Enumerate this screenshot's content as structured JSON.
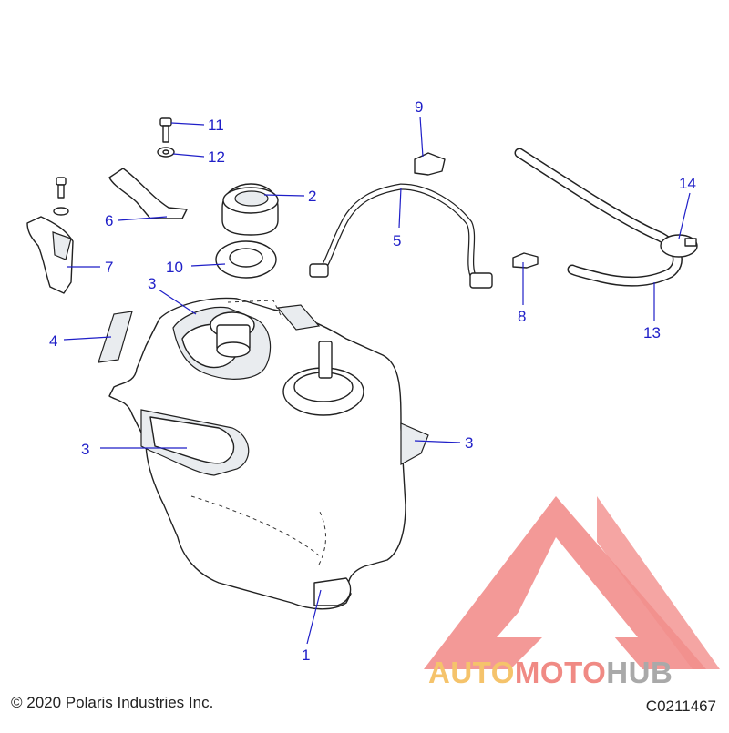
{
  "callouts": {
    "c1": "1",
    "c2": "2",
    "c3a": "3",
    "c3b": "3",
    "c3c": "3",
    "c4": "4",
    "c5": "5",
    "c6": "6",
    "c7": "7",
    "c8": "8",
    "c9": "9",
    "c10": "10",
    "c11": "11",
    "c12": "12",
    "c13": "13",
    "c14": "14"
  },
  "footer": {
    "copyright": "© 2020 Polaris Industries Inc.",
    "drawing_id": "C0211467"
  },
  "watermark": {
    "part1": "AUTO",
    "part2": "MOTO",
    "part3": "HUB",
    "colors": {
      "auto": "#f5c36b",
      "moto": "#f08a84",
      "hub": "#a9a9a9",
      "triangle": "#f07a78"
    }
  },
  "colors": {
    "callout": "#1f1fc8"
  }
}
